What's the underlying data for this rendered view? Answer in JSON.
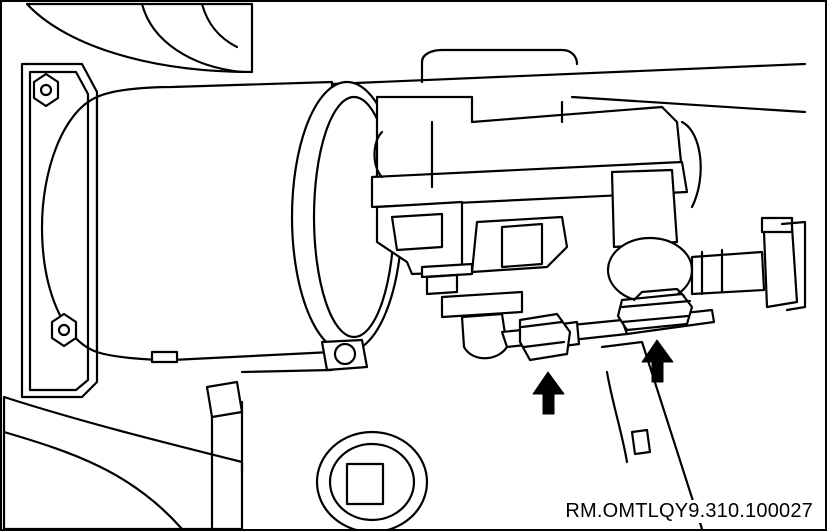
{
  "figure": {
    "reference_code": "RM.OMTLQY9.310.100027",
    "arrows": [
      {
        "name": "arrow-left-fitting",
        "points_to": "fitting nut"
      },
      {
        "name": "arrow-right-fitting",
        "points_to": "fitting nut"
      }
    ],
    "colors": {
      "ink": "#000000",
      "paper": "#ffffff"
    }
  }
}
